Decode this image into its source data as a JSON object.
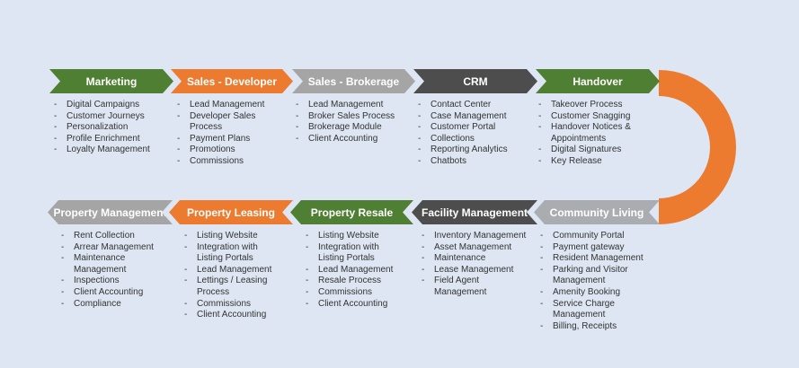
{
  "colors": {
    "green": "#4f7f32",
    "orange": "#ec7a2f",
    "light_gray": "#a5a5a5",
    "dark_gray": "#4d4d4d",
    "background": "#dde6f2"
  },
  "top_row": [
    {
      "label": "Marketing",
      "items": [
        "Digital Campaigns",
        "Customer Journeys",
        "Personalization",
        "Profile Enrichment",
        "Loyalty Management"
      ]
    },
    {
      "label": "Sales - Developer",
      "items": [
        "Lead Management",
        "Developer Sales Process",
        "Payment Plans",
        "Promotions",
        "Commissions"
      ]
    },
    {
      "label": "Sales - Brokerage",
      "items": [
        "Lead Management",
        "Broker Sales Process",
        "Brokerage Module",
        "Client Accounting"
      ]
    },
    {
      "label": "CRM",
      "items": [
        "Contact Center",
        "Case Management",
        "Customer Portal",
        "Collections",
        "Reporting Analytics",
        "Chatbots"
      ]
    },
    {
      "label": "Handover",
      "items": [
        "Takeover Process",
        "Customer Snagging",
        "Handover Notices & Appointments",
        "Digital Signatures",
        "Key Release"
      ]
    }
  ],
  "bottom_row": [
    {
      "label": "Property Management",
      "items": [
        "Rent Collection",
        "Arrear Management",
        "Maintenance Management",
        "Inspections",
        "Client Accounting",
        "Compliance"
      ]
    },
    {
      "label": "Property Leasing",
      "items": [
        "Listing Website",
        "Integration with Listing Portals",
        "Lead Management",
        "Lettings / Leasing Process",
        "Commissions",
        "Client Accounting"
      ]
    },
    {
      "label": "Property Resale",
      "items": [
        "Listing Website",
        "Integration with Listing Portals",
        "Lead Management",
        "Resale Process",
        "Commissions",
        "Client Accounting"
      ]
    },
    {
      "label": "Facility Management",
      "items": [
        "Inventory Management",
        "Asset Management",
        "Maintenance",
        "Lease Management",
        "Field Agent Management"
      ]
    },
    {
      "label": "Community Living",
      "items": [
        "Community Portal",
        "Payment gateway",
        "Resident Management",
        "Parking and Visitor Management",
        "Amenity Booking",
        "Service Charge Management",
        "Billing, Receipts"
      ]
    }
  ]
}
